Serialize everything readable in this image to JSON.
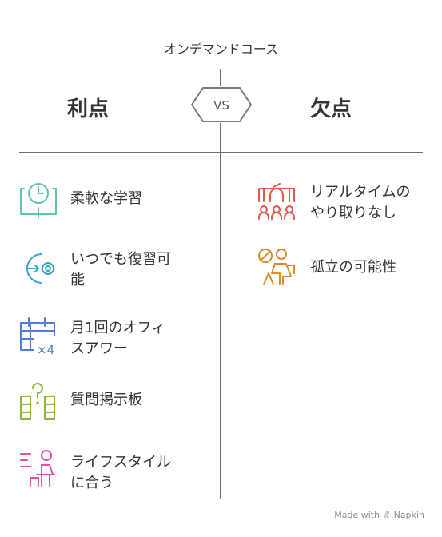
{
  "title": "オンデマンドコース",
  "vs_label": "VS",
  "pros": {
    "heading": "利点",
    "items": [
      {
        "label_line1": "柔軟な学習",
        "label_line2": "",
        "icon": "clock-book-icon",
        "color": "#5ec3b1"
      },
      {
        "label_line1": "いつでも復習可",
        "label_line2": "能",
        "icon": "replay-target-icon",
        "color": "#39a6c7"
      },
      {
        "label_line1": "月1回のオフィ",
        "label_line2": "スアワー",
        "icon": "calendar-x4-icon",
        "color": "#4f7fd6"
      },
      {
        "label_line1": "質問掲示板",
        "label_line2": "",
        "icon": "question-board-icon",
        "color": "#8bb63a"
      },
      {
        "label_line1": "ライフスタイル",
        "label_line2": "に合う",
        "icon": "person-desk-icon",
        "color": "#d855a6"
      }
    ]
  },
  "cons": {
    "heading": "欠点",
    "items": [
      {
        "label_line1": "リアルタイムの",
        "label_line2": "やり取りなし",
        "icon": "no-live-class-icon",
        "color": "#e0584a"
      },
      {
        "label_line1": "孤立の可能性",
        "label_line2": "",
        "icon": "isolated-person-icon",
        "color": "#e0892c"
      }
    ]
  },
  "footer": {
    "made_with": "Made with",
    "brand": "Napkin"
  }
}
